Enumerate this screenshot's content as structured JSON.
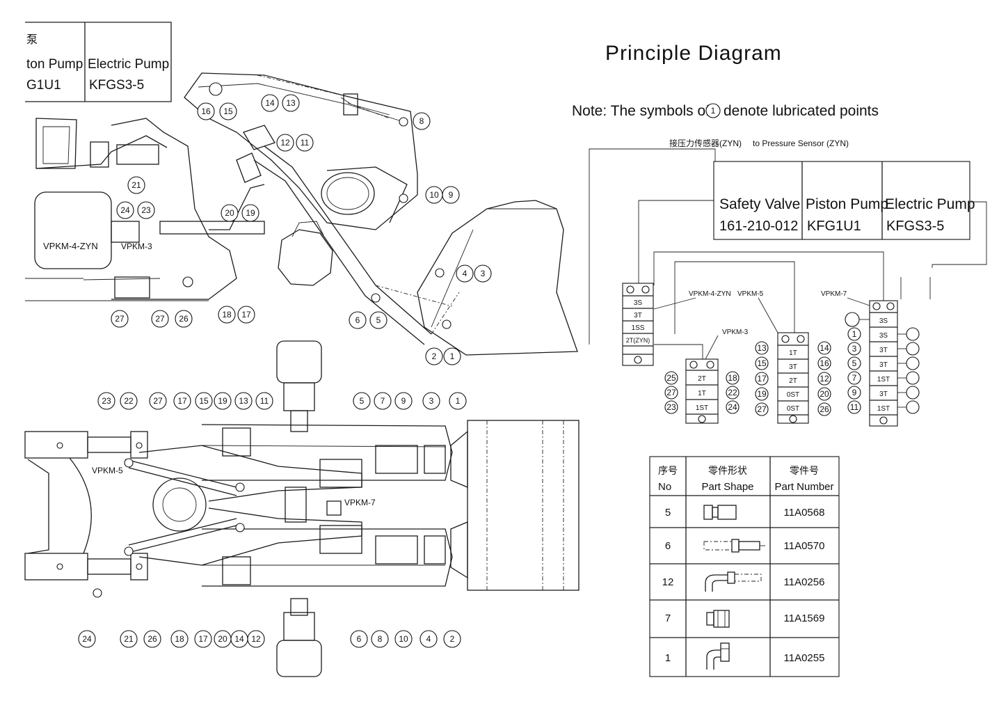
{
  "title": "Principle Diagram",
  "note": "Note: The symbols of ① denote lubricated points",
  "note_prefix": "Note: The symbols of",
  "note_circle": "1",
  "note_suffix": "denote lubricated points",
  "sensor_label_cn": "接压力传感器(ZYN)",
  "sensor_label_en": "to Pressure Sensor (ZYN)",
  "top_boxes": [
    {
      "name": "Safety Valve",
      "code": "161-210-012"
    },
    {
      "name": "Piston Pump",
      "code": "KFG1U1"
    },
    {
      "name": "Electric Pump",
      "code": "KFGS3-5"
    }
  ],
  "partial_box": {
    "cn": "泵",
    "col1_name": "ton Pump",
    "col1_code": "G1U1",
    "col2_name": "Electric Pump",
    "col2_code": "KFGS3-5"
  },
  "valves": {
    "main": {
      "label": "VPKM-4-ZYN",
      "rows": [
        "3S",
        "3T",
        "1SS",
        "2T(ZYN)"
      ]
    },
    "v3": {
      "label": "VPKM-3",
      "rows": [
        "2T",
        "1T",
        "1ST"
      ],
      "left": [
        "25",
        "27",
        "23"
      ],
      "right": [
        "18",
        "22",
        "24"
      ]
    },
    "v5": {
      "label": "VPKM-5",
      "rows": [
        "1T",
        "3T",
        "2T",
        "0ST",
        "0ST"
      ],
      "left": [
        "13",
        "15",
        "17",
        "19",
        "27"
      ],
      "right": [
        "14",
        "16",
        "12",
        "20",
        "26"
      ]
    },
    "v7": {
      "label": "VPKM-7",
      "rows": [
        "3S",
        "3S",
        "3T",
        "3T",
        "1ST",
        "3T",
        "1ST"
      ],
      "left": [
        "1",
        "3",
        "5",
        "7",
        "9",
        "11"
      ]
    }
  },
  "side_labels": {
    "vpkm4": "VPKM-4-ZYN",
    "vpkm3": "VPKM-3",
    "vpkm5": "VPKM-5",
    "vpkm7": "VPKM-7"
  },
  "side_view_circles": [
    "16",
    "15",
    "14",
    "13",
    "8",
    "12",
    "11",
    "21",
    "24",
    "23",
    "20",
    "19",
    "10",
    "9",
    "4",
    "3",
    "6",
    "5",
    "2",
    "1",
    "27",
    "27",
    "26",
    "18",
    "17"
  ],
  "top_view_circles_top": [
    "23",
    "22",
    "27",
    "17",
    "15",
    "19",
    "13",
    "11",
    "5",
    "7",
    "9",
    "3",
    "1"
  ],
  "top_view_circles_bottom": [
    "24",
    "21",
    "26",
    "18",
    "17",
    "20",
    "14",
    "12",
    "6",
    "8",
    "10",
    "4",
    "2"
  ],
  "parts_table": {
    "headers": [
      {
        "cn": "序号",
        "en": "No"
      },
      {
        "cn": "零件形状",
        "en": "Part Shape"
      },
      {
        "cn": "零件号",
        "en": "Part Number"
      }
    ],
    "rows": [
      {
        "no": "5",
        "shape": "straight-fitting",
        "part": "11A0568"
      },
      {
        "no": "6",
        "shape": "long-fitting",
        "part": "11A0570"
      },
      {
        "no": "12",
        "shape": "elbow-fitting",
        "part": "11A0256"
      },
      {
        "no": "7",
        "shape": "short-fitting",
        "part": "11A1569"
      },
      {
        "no": "1",
        "shape": "angle-fitting",
        "part": "11A0255"
      }
    ]
  }
}
